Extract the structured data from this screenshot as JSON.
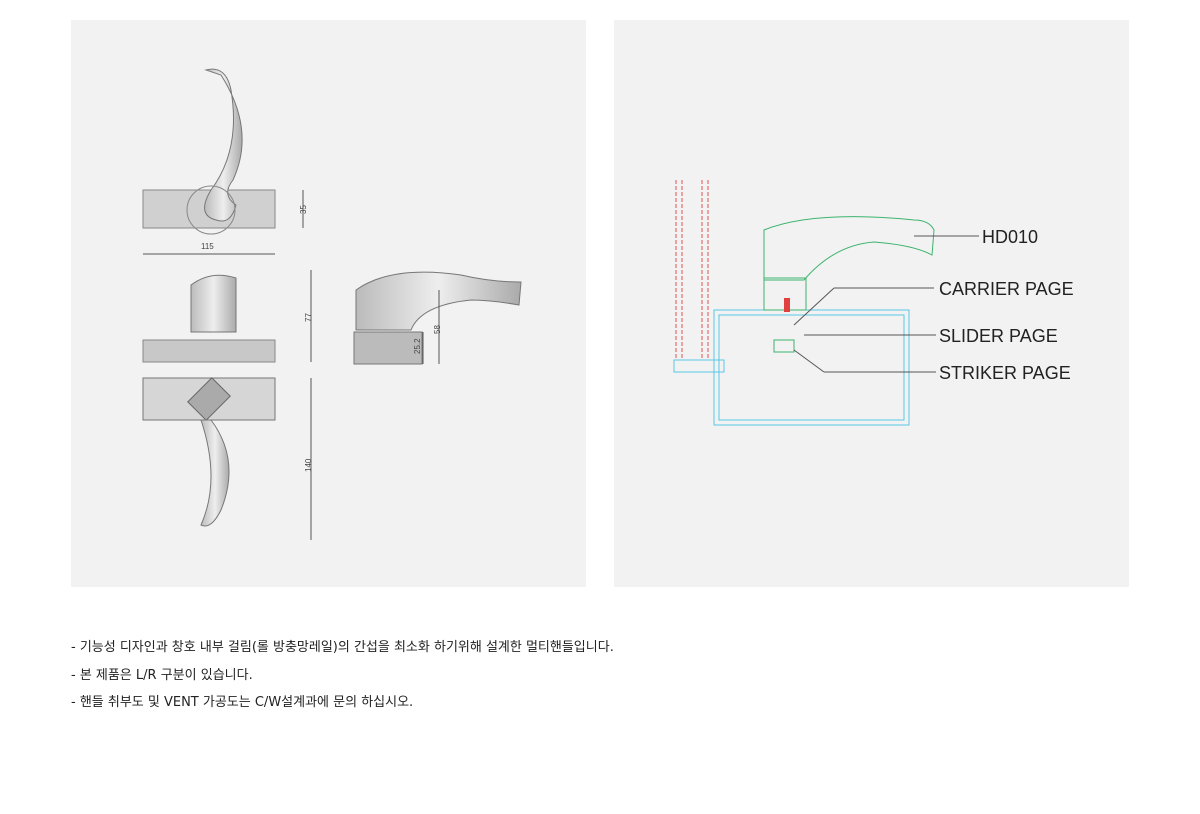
{
  "dimensions": {
    "width": "115",
    "height": "35",
    "base_height": "77",
    "side_height": "58",
    "side_base": "25.2",
    "length": "140"
  },
  "callouts": [
    "HD010",
    "CARRIER PAGE",
    "SLIDER PAGE",
    "STRIKER PAGE"
  ],
  "notes": [
    "- 기능성 디자인과 창호 내부 걸림(롤 방충망레일)의 간섭을 최소화 하기위해 설계한 멀티핸들입니다.",
    "- 본 제품은 L/R 구분이 있습니다.",
    "- 핸들 취부도 및 VENT 가공도는 C/W설계과에 문의 하십시오."
  ]
}
